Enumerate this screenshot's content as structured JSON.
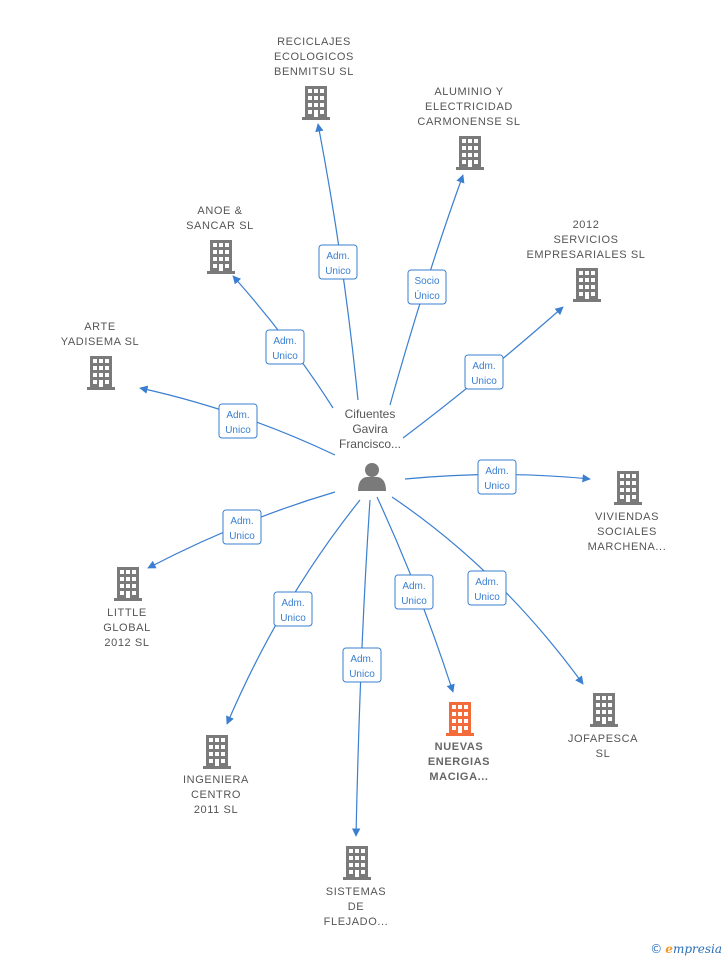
{
  "center": {
    "name_lines": [
      "Cifuentes",
      "Gavira",
      "Francisco..."
    ],
    "icon": "person-icon"
  },
  "colors": {
    "edge": "#3a7fd0",
    "building": "#7a7a7a",
    "highlight": "#f26b38"
  },
  "nodes": [
    {
      "id": "reciclajes",
      "label_lines": [
        "RECICLAJES",
        "ECOLOGICOS",
        "BENMITSU  SL"
      ],
      "icon": "building-icon",
      "edge_label": [
        "Adm.",
        "Unico"
      ],
      "highlight": false
    },
    {
      "id": "aluminio",
      "label_lines": [
        "ALUMINIO Y",
        "ELECTRICIDAD",
        "CARMONENSE SL"
      ],
      "icon": "building-icon",
      "edge_label": [
        "Socio",
        "Único"
      ],
      "highlight": false
    },
    {
      "id": "anoe",
      "label_lines": [
        "ANOE &",
        "SANCAR  SL"
      ],
      "icon": "building-icon",
      "edge_label": [
        "Adm.",
        "Unico"
      ],
      "highlight": false
    },
    {
      "id": "servicios2012",
      "label_lines": [
        "2012",
        "SERVICIOS",
        "EMPRESARIALES SL"
      ],
      "icon": "building-icon",
      "edge_label": [
        "Adm.",
        "Unico"
      ],
      "highlight": false
    },
    {
      "id": "arte",
      "label_lines": [
        "ARTE",
        "YADISEMA  SL"
      ],
      "icon": "building-icon",
      "edge_label": [
        "Adm.",
        "Unico"
      ],
      "highlight": false
    },
    {
      "id": "viviendas",
      "label_lines": [
        "VIVIENDAS",
        "SOCIALES",
        "MARCHENA..."
      ],
      "icon": "building-icon",
      "edge_label": [
        "Adm.",
        "Unico"
      ],
      "highlight": false
    },
    {
      "id": "little",
      "label_lines": [
        "LITTLE",
        "GLOBAL",
        "2012 SL"
      ],
      "icon": "building-icon",
      "edge_label": [
        "Adm.",
        "Unico"
      ],
      "highlight": false
    },
    {
      "id": "jofapesca",
      "label_lines": [
        "JOFAPESCA",
        "SL"
      ],
      "icon": "building-icon",
      "edge_label": [
        "Adm.",
        "Unico"
      ],
      "highlight": false
    },
    {
      "id": "nuevas",
      "label_lines": [
        "NUEVAS",
        "ENERGIAS",
        "MACIGA..."
      ],
      "icon": "building-icon",
      "edge_label": [
        "Adm.",
        "Unico"
      ],
      "highlight": true
    },
    {
      "id": "ingeniera",
      "label_lines": [
        "INGENIERA",
        "CENTRO",
        "2011 SL"
      ],
      "icon": "building-icon",
      "edge_label": [
        "Adm.",
        "Unico"
      ],
      "highlight": false
    },
    {
      "id": "sistemas",
      "label_lines": [
        "SISTEMAS",
        "DE",
        "FLEJADO..."
      ],
      "icon": "building-icon",
      "edge_label": [
        "Adm.",
        "Unico"
      ],
      "highlight": false
    }
  ],
  "brand": {
    "copyright": "©",
    "name_initial": "e",
    "name_rest": "mpresia"
  }
}
